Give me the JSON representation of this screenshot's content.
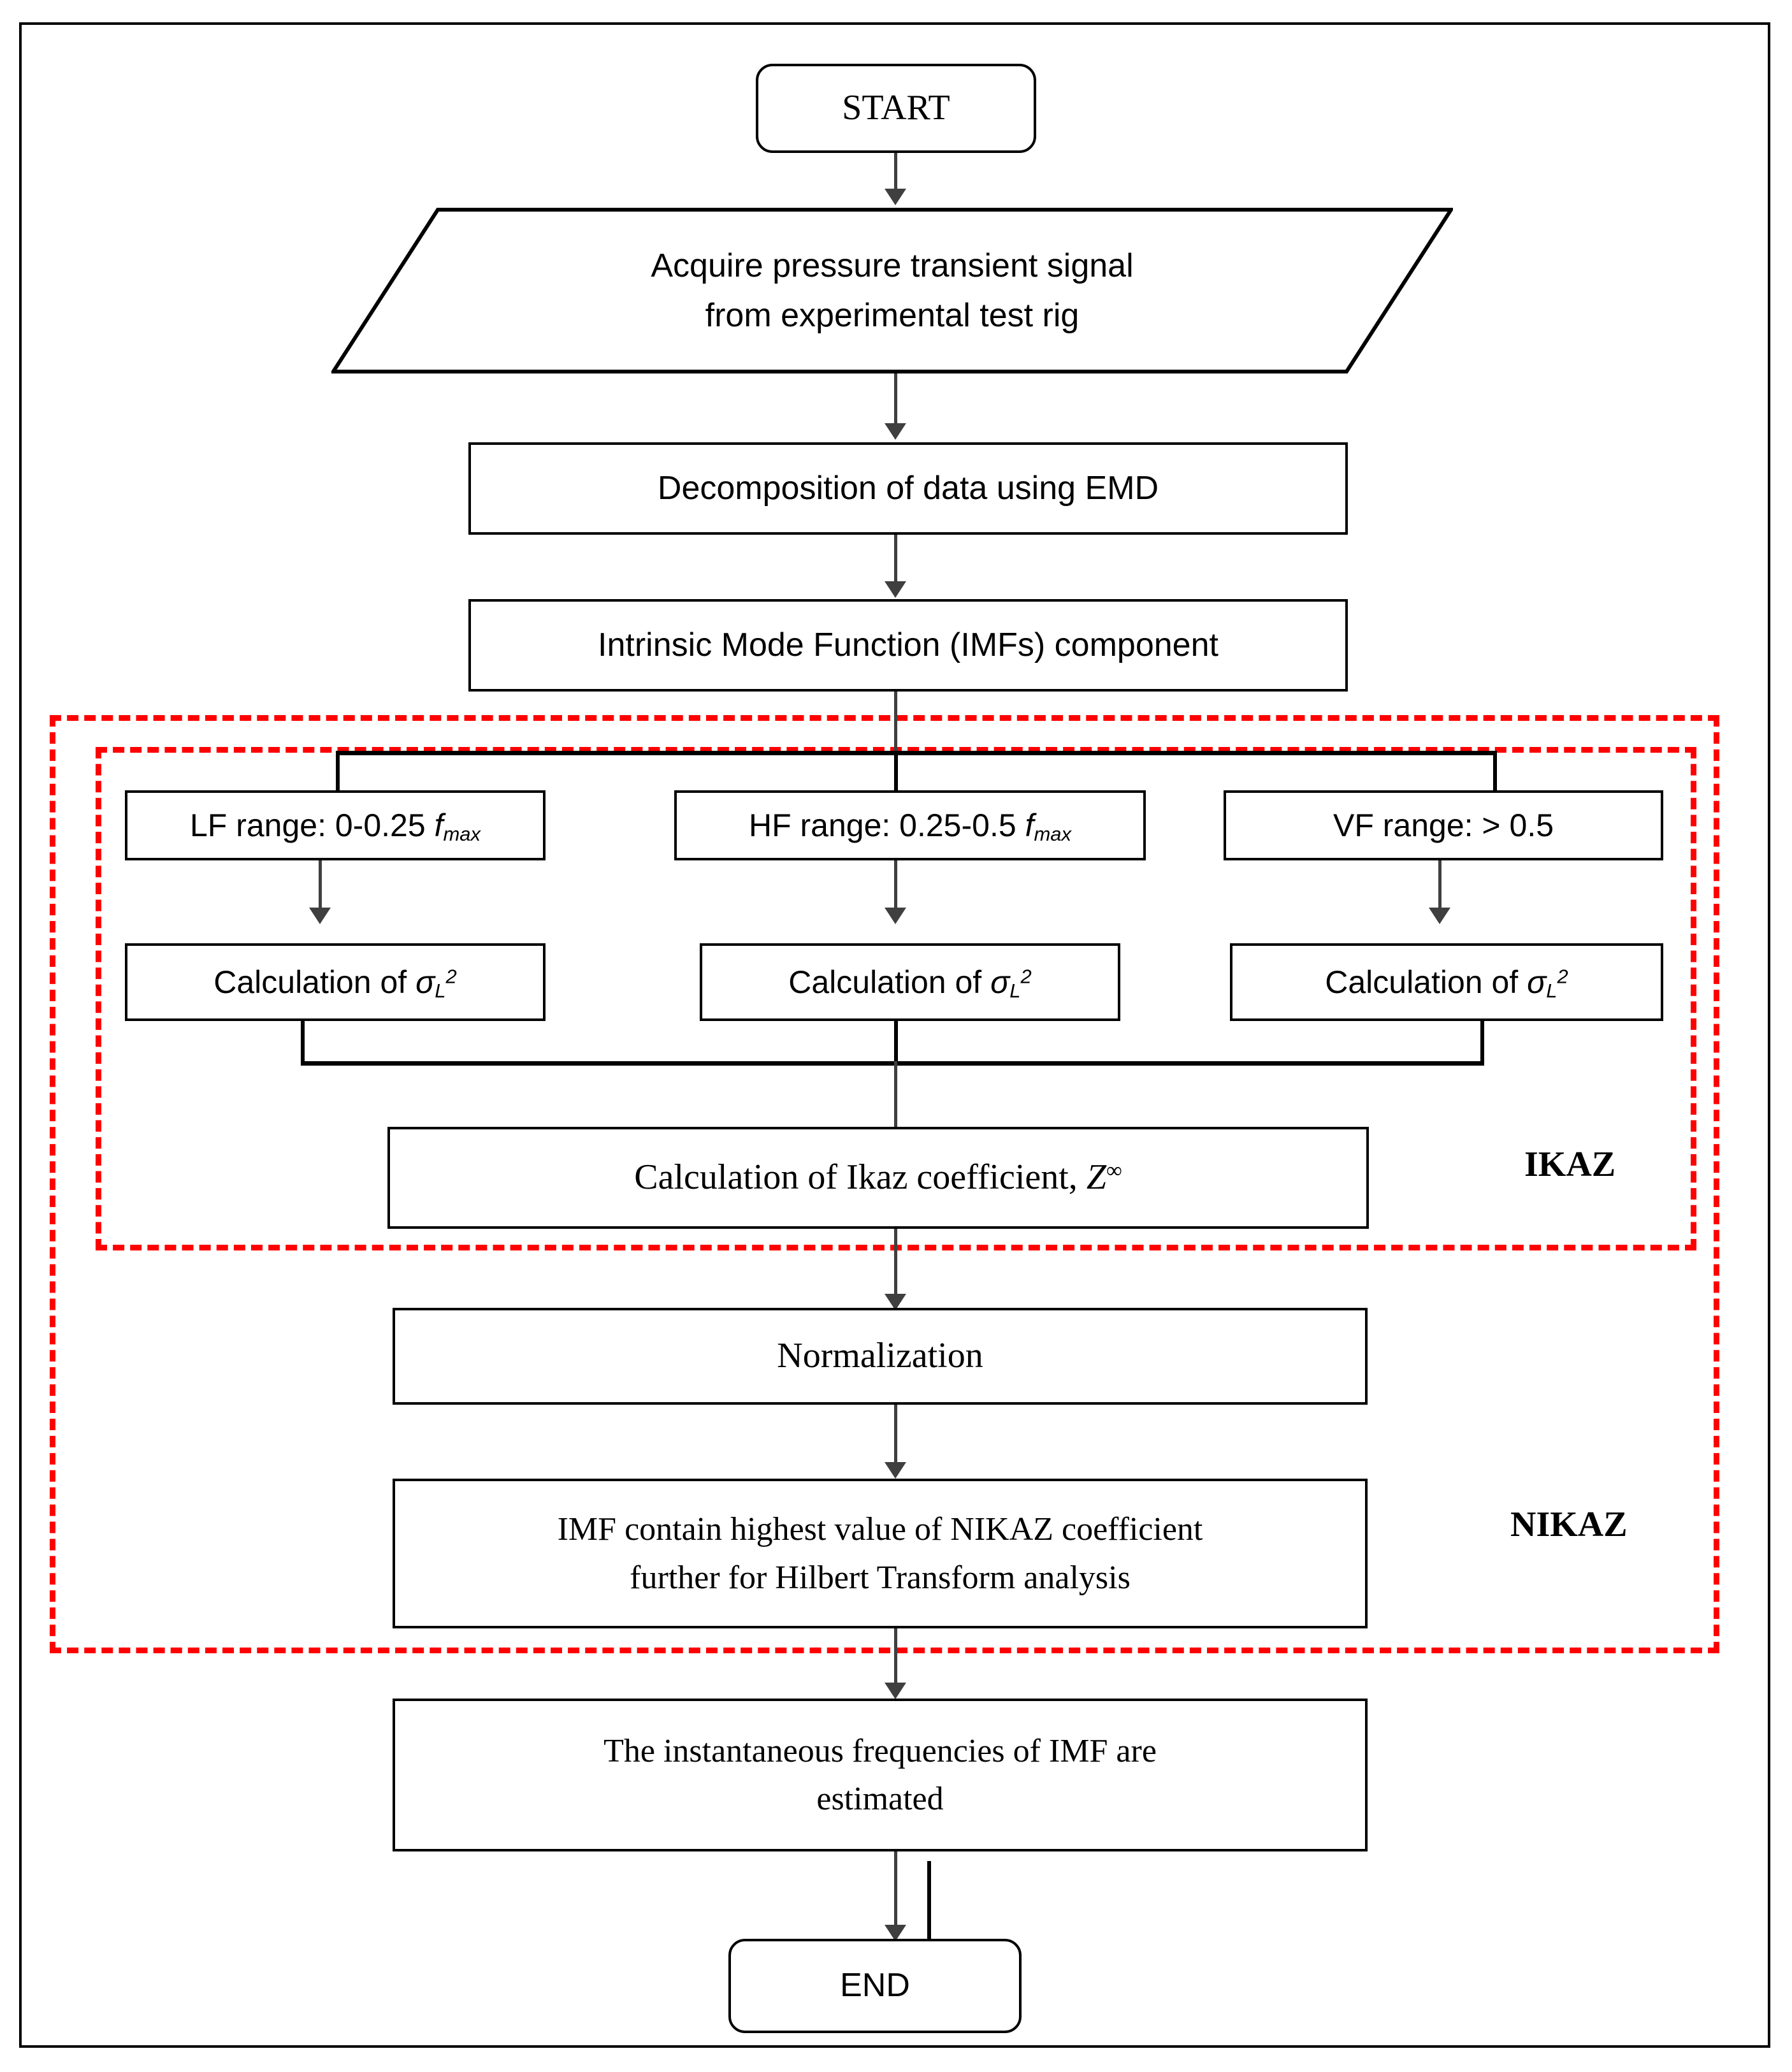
{
  "diagram": {
    "title": "IKAZ / NIKAZ signal processing flowchart",
    "accent_color": "#FF0000",
    "line_color": "#3f3f3f",
    "border_color": "#000000",
    "background": "#FFFFFF"
  },
  "nodes": {
    "start": {
      "label": "START",
      "shape": "terminator"
    },
    "acquire": {
      "line1": "Acquire pressure transient signal",
      "line2": "from experimental test rig",
      "shape": "input-parallelogram"
    },
    "emd": {
      "label": "Decomposition of data using EMD",
      "shape": "process"
    },
    "imf": {
      "label": "Intrinsic Mode Function (IMFs) component",
      "shape": "process"
    },
    "lf_range": {
      "prefix": "LF range: 0-0.25 ",
      "sym": "f",
      "sub": "max",
      "shape": "process"
    },
    "hf_range": {
      "prefix": "HF range: 0.25-0.5 ",
      "sym": "f",
      "sub": "max",
      "shape": "process"
    },
    "vf_range": {
      "label": "VF range: > 0.5",
      "shape": "process"
    },
    "sigma_lf": {
      "prefix": "Calculation of ",
      "sym": "σ",
      "sub": "L",
      "sup": "2",
      "shape": "process"
    },
    "sigma_hf": {
      "prefix": "Calculation of ",
      "sym": "σ",
      "sub": "L",
      "sup": "2",
      "shape": "process"
    },
    "sigma_vf": {
      "prefix": "Calculation of ",
      "sym": "σ",
      "sub": "L",
      "sup": "2",
      "shape": "process"
    },
    "ikaz_coeff": {
      "prefix": "Calculation of Ikaz coefficient, ",
      "sym": "Z",
      "sup": "∞",
      "shape": "process"
    },
    "normalization": {
      "label": "Normalization",
      "shape": "process"
    },
    "imf_highest": {
      "line1": "IMF contain highest value of NIKAZ coefficient",
      "line2": "further for Hilbert Transform analysis",
      "shape": "process"
    },
    "instant_freq": {
      "line1": "The instantaneous frequencies of IMF are",
      "line2": "estimated",
      "shape": "process"
    },
    "end": {
      "label": "END",
      "shape": "terminator"
    }
  },
  "groups": {
    "ikaz": {
      "label": "IKAZ",
      "style": "red-dashed"
    },
    "nikaz": {
      "label": "NIKAZ",
      "style": "red-dashed"
    }
  }
}
